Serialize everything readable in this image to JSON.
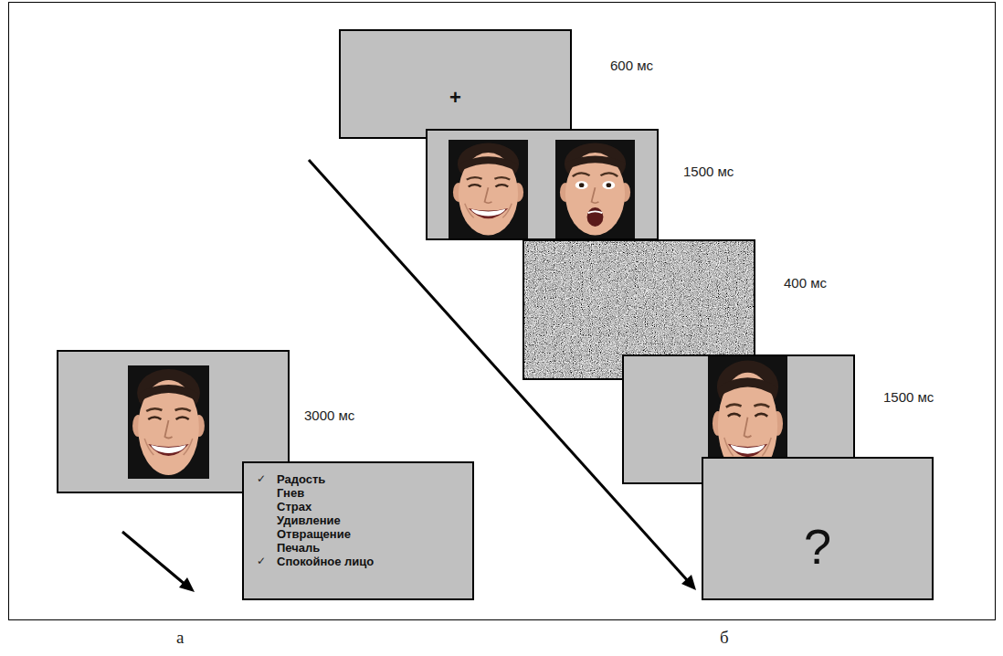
{
  "diagram": {
    "nodes": [
      {
        "text": [
          "+"
        ]
      },
      {
        "text": [
          "Радость",
          "Гнев",
          "Страх",
          "Удивление",
          "Отвращение",
          "Печаль",
          "Спокойное лицо"
        ]
      },
      {
        "text": [
          "?"
        ]
      }
    ],
    "labels": [
      "600 мс",
      "1500 мс",
      "400 мс",
      "1500 мс",
      "3000 мс",
      "✓",
      "✓",
      "а",
      "б"
    ]
  }
}
